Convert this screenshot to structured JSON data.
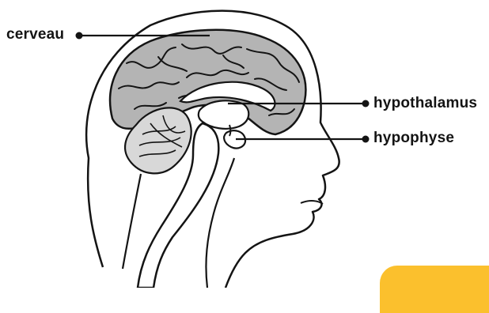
{
  "labels": {
    "brain": "cerveau",
    "hypothalamus": "hypothalamus",
    "pituitary": "hypophyse"
  },
  "colors": {
    "ink": "#141414",
    "brain_gray": "#b4b4b4",
    "head_fill": "#ffffff",
    "structure_light": "#dcdcdc",
    "corner_accent": "#fbc02d"
  }
}
